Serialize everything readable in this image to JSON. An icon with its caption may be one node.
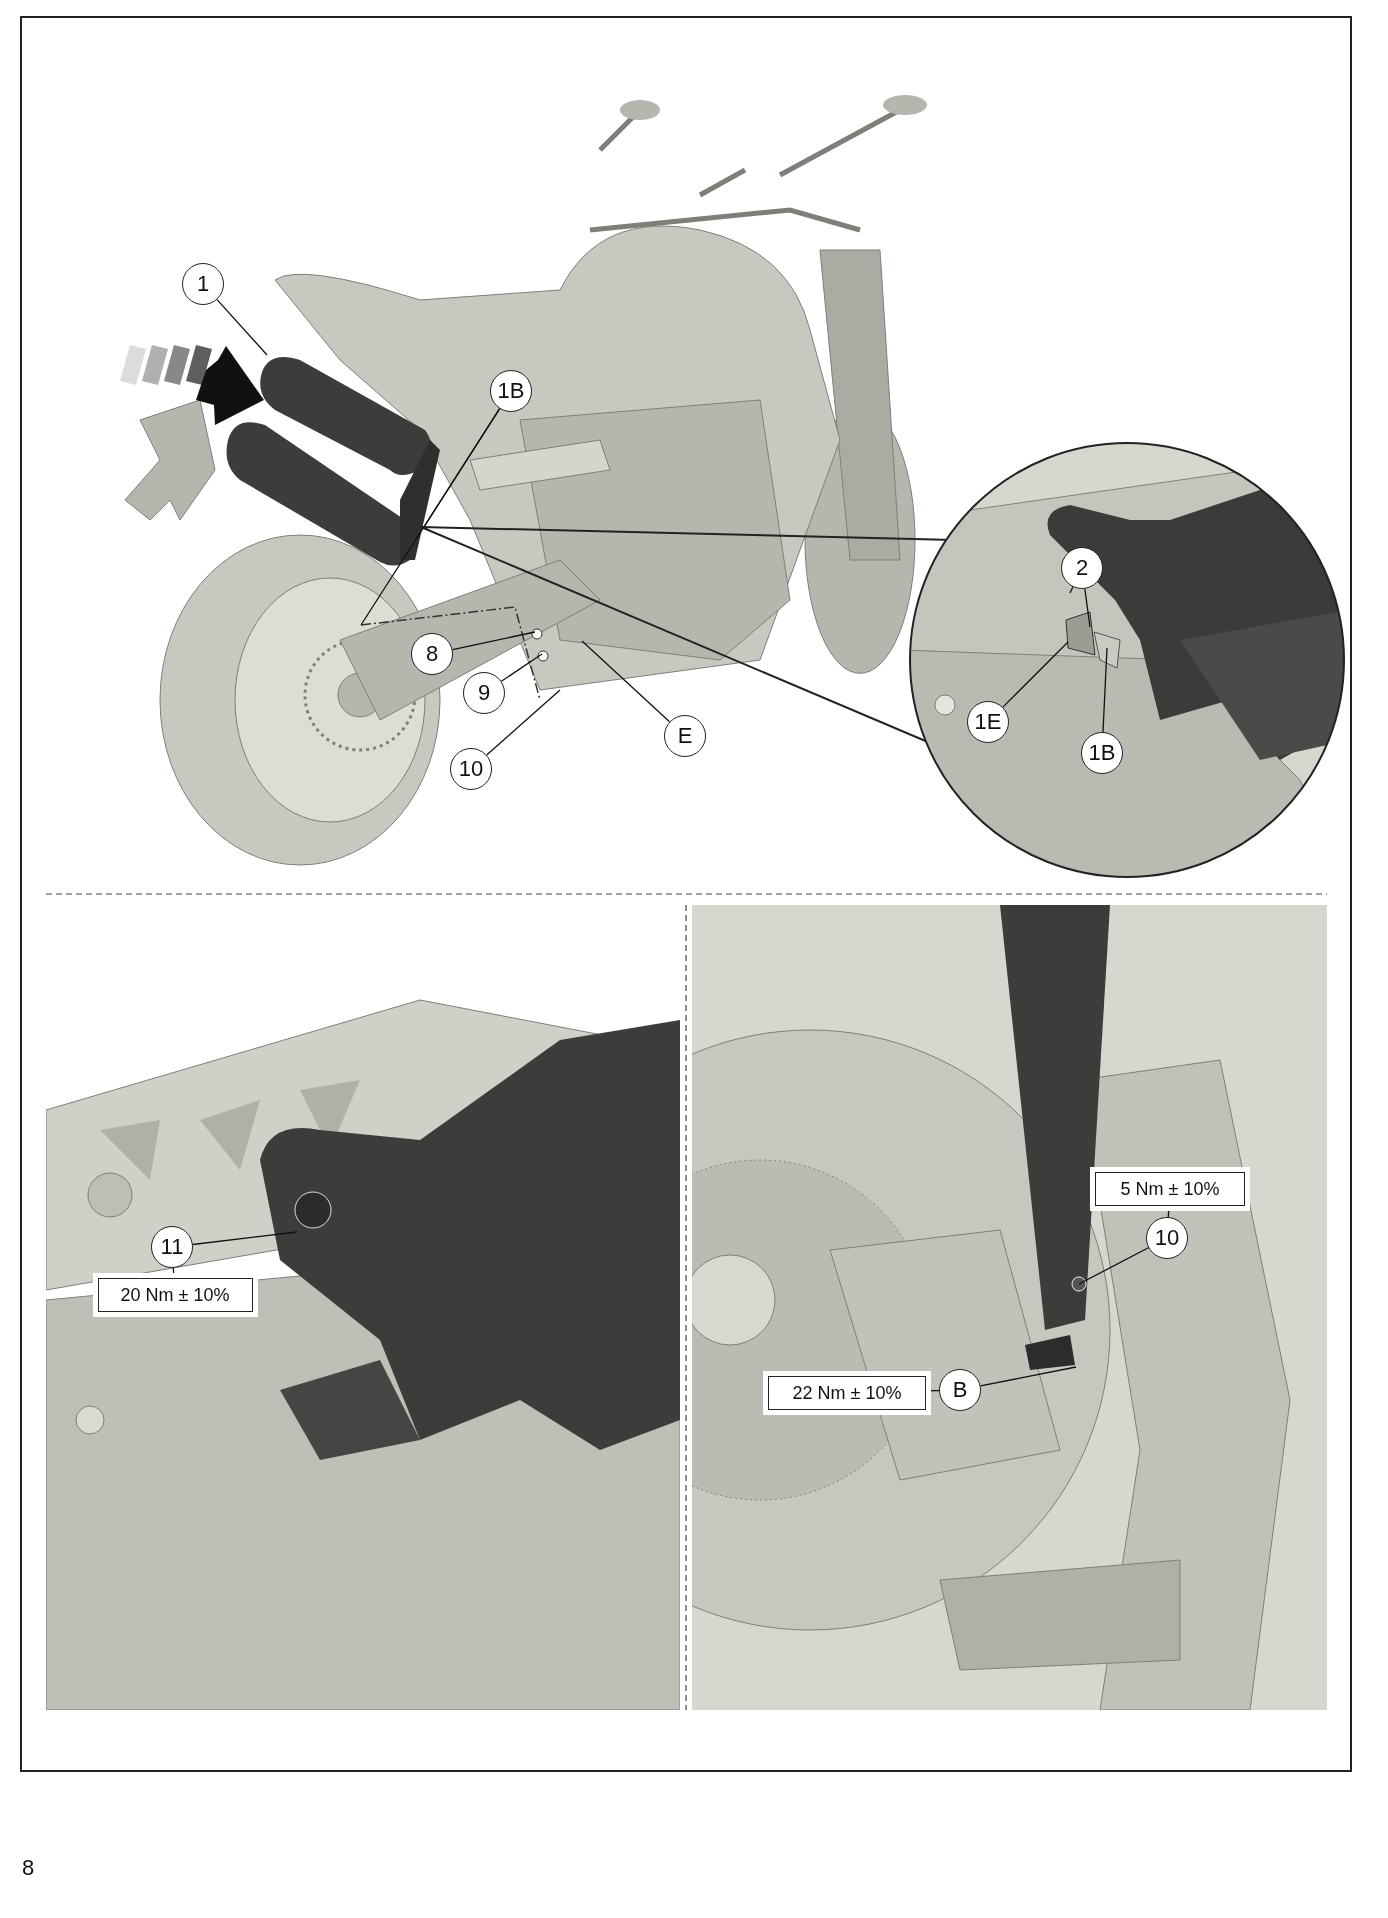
{
  "diagram": {
    "nodes": [
      {
        "text": [
          "1"
        ]
      },
      {
        "text": [
          "1B"
        ]
      },
      {
        "text": [
          "2"
        ]
      },
      {
        "text": [
          "8"
        ]
      },
      {
        "text": [
          "9"
        ]
      },
      {
        "text": [
          "E"
        ]
      },
      {
        "text": [
          "1E"
        ]
      },
      {
        "text": [
          "1B"
        ]
      },
      {
        "text": [
          "10"
        ]
      },
      {
        "text": [
          "5 Nm ± 10%"
        ]
      },
      {
        "text": [
          "10"
        ]
      },
      {
        "text": [
          "11"
        ]
      },
      {
        "text": [
          "20 Nm ± 10%"
        ]
      },
      {
        "text": [
          "22 Nm ± 10%"
        ]
      },
      {
        "text": [
          "B"
        ]
      }
    ],
    "edges": [
      {
        "from": 0,
        "to": null,
        "arrow": "none"
      },
      {
        "from": 1,
        "to": null,
        "arrow": "none"
      },
      {
        "from": 1,
        "to": null,
        "arrow": "none"
      },
      {
        "from": 2,
        "to": null,
        "arrow": "none"
      },
      {
        "from": 2,
        "to": null,
        "arrow": "none"
      },
      {
        "from": 3,
        "to": null,
        "arrow": "none"
      },
      {
        "from": 4,
        "to": null,
        "arrow": "none"
      },
      {
        "from": 5,
        "to": null,
        "arrow": "none"
      },
      {
        "from": 6,
        "to": null,
        "arrow": "none"
      },
      {
        "from": 7,
        "to": null,
        "arrow": "none"
      },
      {
        "from": 8,
        "to": null,
        "arrow": "none"
      },
      {
        "from": 9,
        "to": 10,
        "arrow": "none"
      },
      {
        "from": 10,
        "to": null,
        "arrow": "none"
      },
      {
        "from": 11,
        "to": 12,
        "arrow": "none"
      },
      {
        "from": 11,
        "to": null,
        "arrow": "none"
      },
      {
        "from": 13,
        "to": 14,
        "arrow": "none"
      },
      {
        "from": 14,
        "to": null,
        "arrow": "none"
      }
    ],
    "labels": [
      "8"
    ]
  }
}
